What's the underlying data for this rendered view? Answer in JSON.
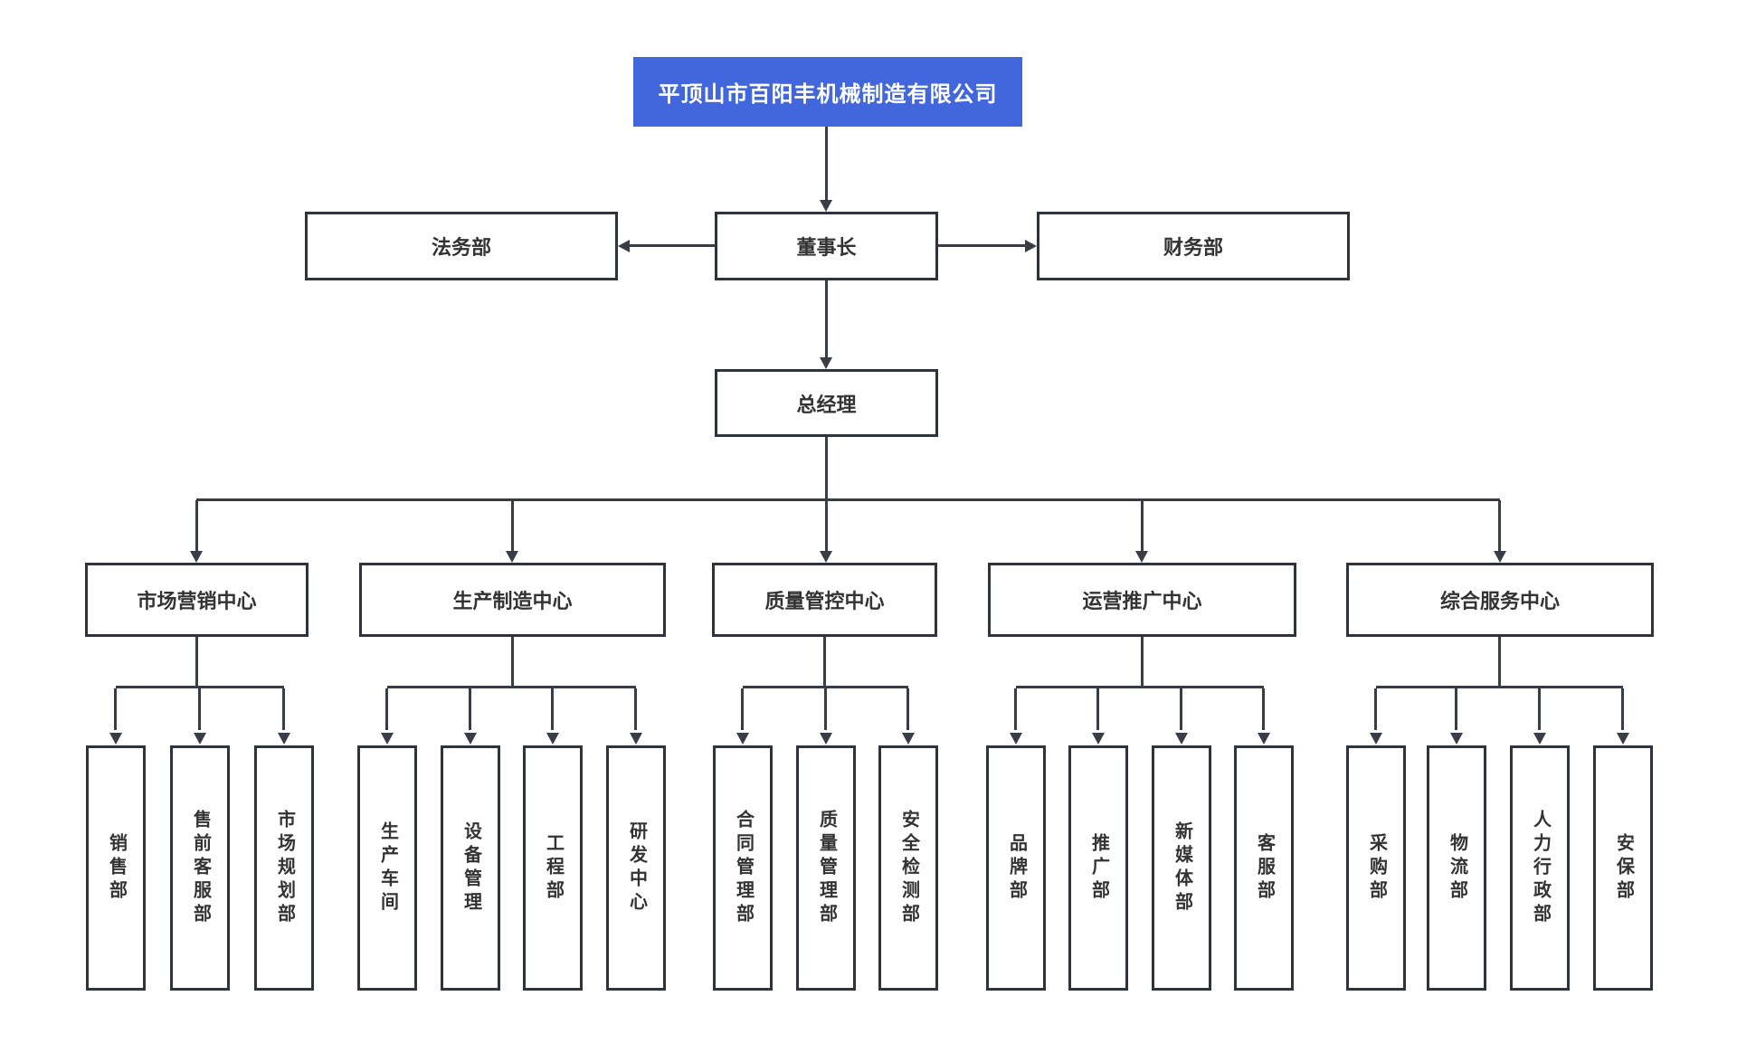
{
  "title": {
    "company_name": "平顶山市百阳丰机械制造有限公司"
  },
  "level2": {
    "legal": "法务部",
    "chairman": "董事长",
    "finance": "财务部"
  },
  "level3": {
    "general_manager": "总经理"
  },
  "centers": [
    {
      "label": "市场营销中心",
      "departments": [
        "销售部",
        "售前客服部",
        "市场规划部"
      ]
    },
    {
      "label": "生产制造中心",
      "departments": [
        "生产车间",
        "设备管理",
        "工程部",
        "研发中心"
      ]
    },
    {
      "label": "质量管控中心",
      "departments": [
        "合同管理部",
        "质量管理部",
        "安全检测部"
      ]
    },
    {
      "label": "运营推广中心",
      "departments": [
        "品牌部",
        "推广部",
        "新媒体部",
        "客服部"
      ]
    },
    {
      "label": "综合服务中心",
      "departments": [
        "采购部",
        "物流部",
        "人力行政部",
        "安保部"
      ]
    }
  ],
  "colors": {
    "accent_blue": "#4267DD",
    "line_dark": "#383d47",
    "node_border": "#2f333c",
    "text_dark": "#333333",
    "background": "#ffffff"
  }
}
